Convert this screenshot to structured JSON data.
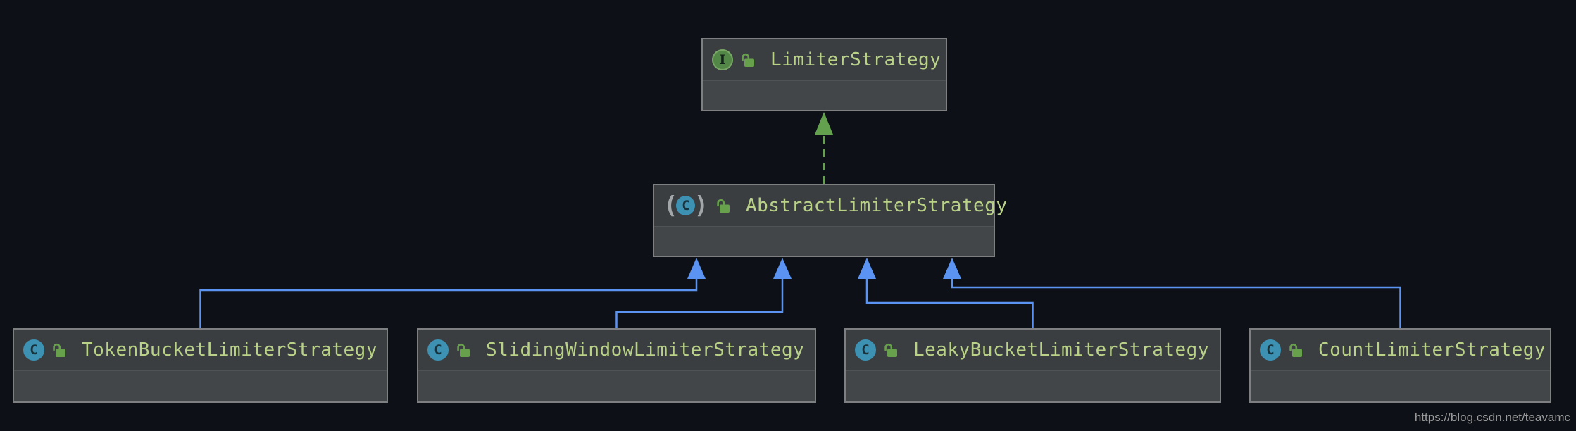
{
  "diagram": {
    "tool": "uml-class-diagram",
    "watermark": "https://blog.csdn.net/teavamc",
    "nodes": [
      {
        "id": "LimiterStrategy",
        "label": "LimiterStrategy",
        "kind": "interface",
        "icon_letter": "I",
        "visibility": "public"
      },
      {
        "id": "AbstractLimiterStrategy",
        "label": "AbstractLimiterStrategy",
        "kind": "abstract-class",
        "icon_letter": "C",
        "icon_paren_open": "(",
        "icon_paren_close": ")",
        "visibility": "public"
      },
      {
        "id": "TokenBucketLimiterStrategy",
        "label": "TokenBucketLimiterStrategy",
        "kind": "class",
        "icon_letter": "C",
        "visibility": "public"
      },
      {
        "id": "SlidingWindowLimiterStrategy",
        "label": "SlidingWindowLimiterStrategy",
        "kind": "class",
        "icon_letter": "C",
        "visibility": "public"
      },
      {
        "id": "LeakyBucketLimiterStrategy",
        "label": "LeakyBucketLimiterStrategy",
        "kind": "class",
        "icon_letter": "C",
        "visibility": "public"
      },
      {
        "id": "CountLimiterStrategy",
        "label": "CountLimiterStrategy",
        "kind": "class",
        "icon_letter": "C",
        "visibility": "public"
      }
    ],
    "edges": [
      {
        "from": "AbstractLimiterStrategy",
        "to": "LimiterStrategy",
        "relation": "implements",
        "style": "dashed",
        "color": "#63a14e"
      },
      {
        "from": "TokenBucketLimiterStrategy",
        "to": "AbstractLimiterStrategy",
        "relation": "extends",
        "style": "solid",
        "color": "#5b93f2"
      },
      {
        "from": "SlidingWindowLimiterStrategy",
        "to": "AbstractLimiterStrategy",
        "relation": "extends",
        "style": "solid",
        "color": "#5b93f2"
      },
      {
        "from": "LeakyBucketLimiterStrategy",
        "to": "AbstractLimiterStrategy",
        "relation": "extends",
        "style": "solid",
        "color": "#5b93f2"
      },
      {
        "from": "CountLimiterStrategy",
        "to": "AbstractLimiterStrategy",
        "relation": "extends",
        "style": "solid",
        "color": "#5b93f2"
      }
    ],
    "colors": {
      "background": "#0d1117",
      "node_header": "#3b3e41",
      "node_body": "#424649",
      "node_border": "#7d7f80",
      "title_text": "#b9d287",
      "class_icon": "#3d91b2",
      "interface_icon": "#538748",
      "lock_icon": "#68a14b",
      "extends_arrow": "#5b93f2",
      "implements_arrow": "#63a14e",
      "watermark_text": "#9b9b9b"
    }
  }
}
